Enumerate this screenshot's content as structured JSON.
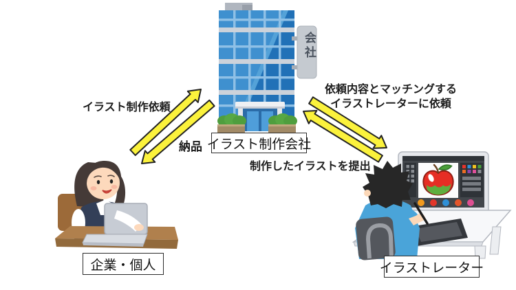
{
  "diagram_type": "workflow-illustration",
  "colors": {
    "arrow_fill": "#FBF23C",
    "arrow_outline": "#222222",
    "building_blue": "#3F90CF",
    "building_blue_dark": "#2171B7",
    "label_box_border": "#2A2A2A"
  },
  "nodes": {
    "agency": {
      "label": "イラスト制作会社",
      "sign": "会社"
    },
    "client": {
      "label": "企業・個人"
    },
    "illustrator": {
      "label": "イラストレーター"
    }
  },
  "arrows": {
    "request": {
      "label": "イラスト制作依頼",
      "from": "client",
      "to": "agency"
    },
    "delivery": {
      "label": "納品",
      "from": "agency",
      "to": "client"
    },
    "assign": {
      "label_line1": "依頼内容とマッチングする",
      "label_line2": "イラストレーターに依頼",
      "from": "agency",
      "to": "illustrator"
    },
    "submit": {
      "label": "制作したイラストを提出",
      "from": "illustrator",
      "to": "agency"
    }
  }
}
